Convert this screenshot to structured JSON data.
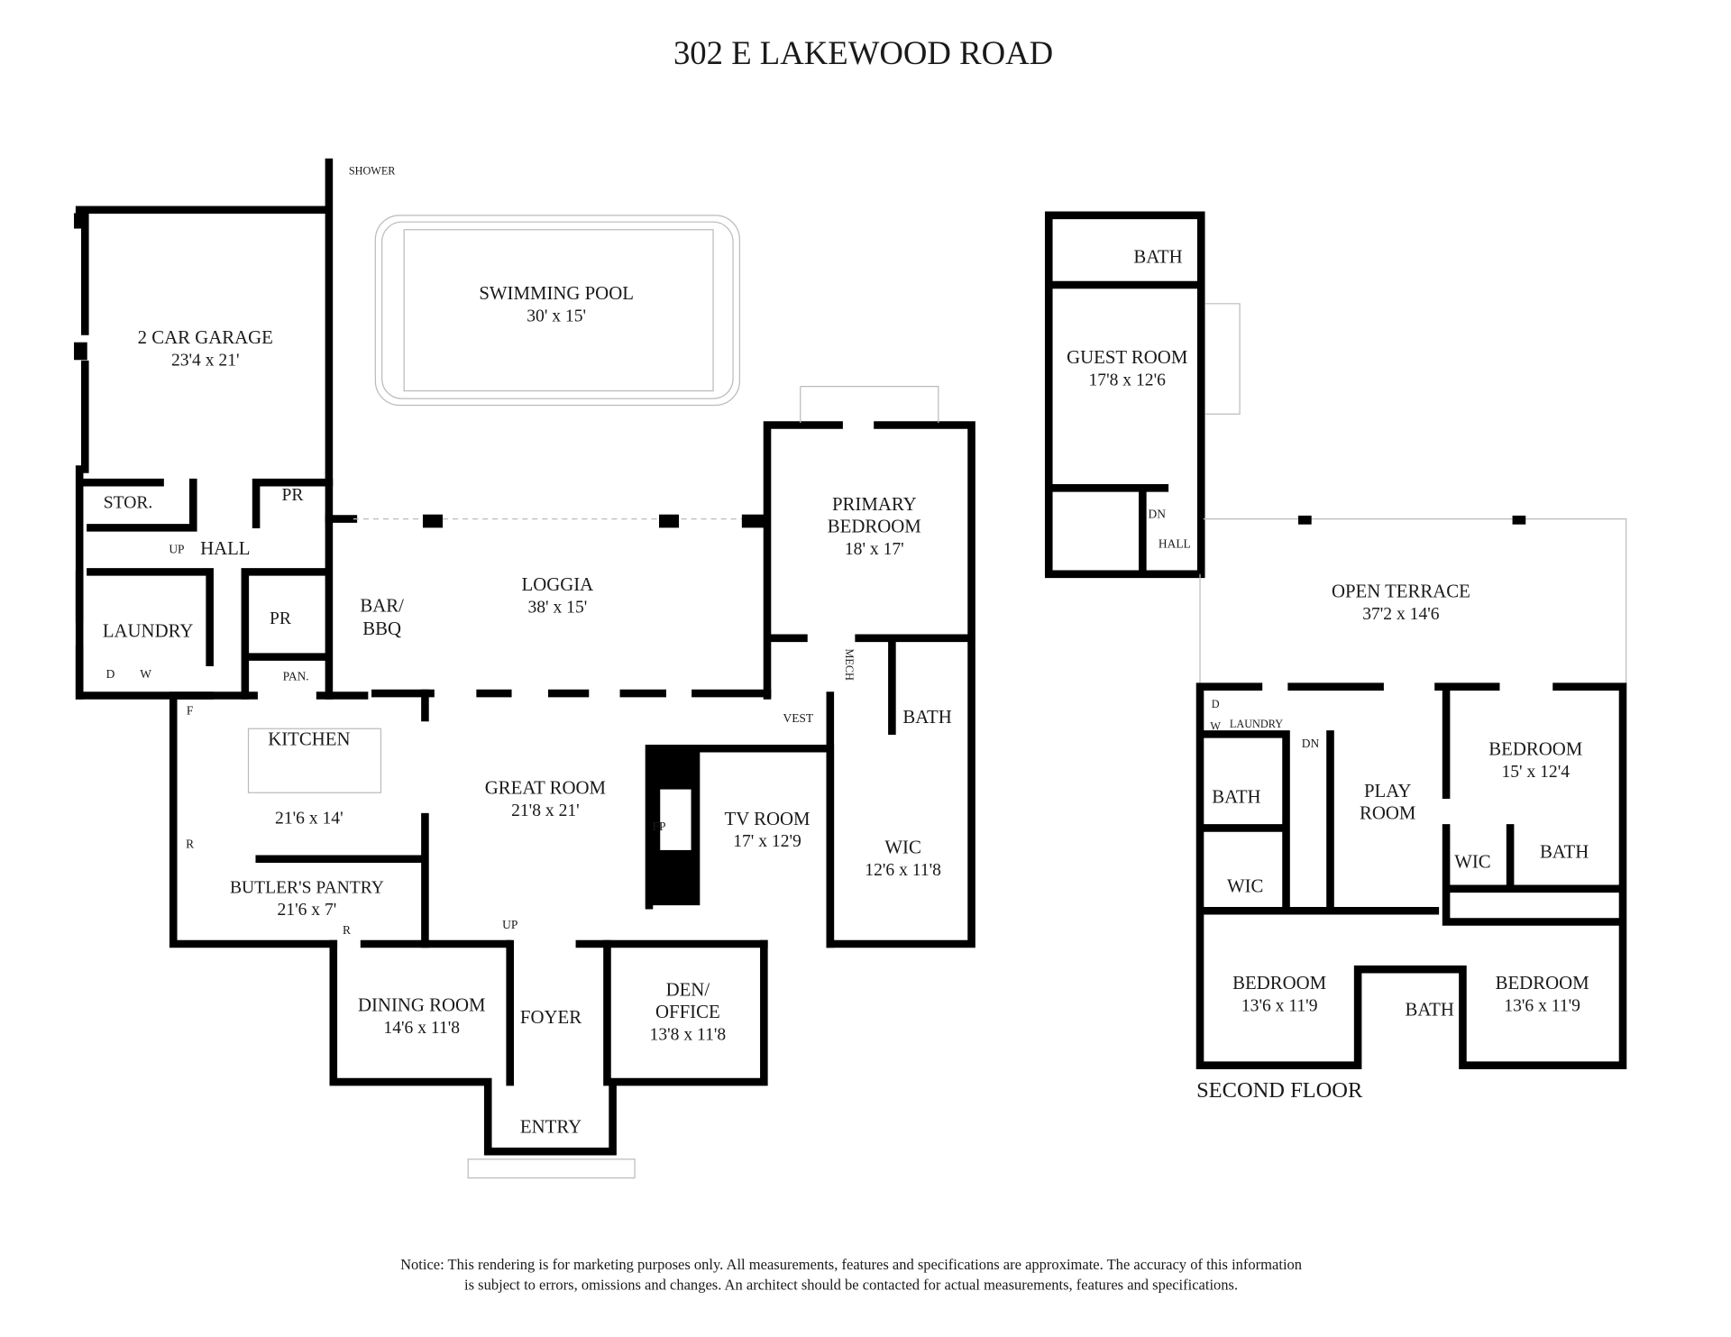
{
  "title": "302 E LAKEWOOD ROAD",
  "first_floor": {
    "shower": "SHOWER",
    "garage": {
      "name": "2 CAR GARAGE",
      "dims": "23'4 x 21'"
    },
    "pool": {
      "name": "SWIMMING POOL",
      "dims": "30' x 15'"
    },
    "stor": "STOR.",
    "pr1": "PR",
    "pr2": "PR",
    "up1": "UP",
    "hall": "HALL",
    "laundry": "LAUNDRY",
    "dryer": "D",
    "washer": "W",
    "pantry": "PAN.",
    "bar": {
      "line1": "BAR/",
      "line2": "BBQ"
    },
    "loggia": {
      "name": "LOGGIA",
      "dims": "38' x 15'"
    },
    "primary_bedroom": {
      "line1": "PRIMARY",
      "line2": "BEDROOM",
      "dims": "18' x 17'"
    },
    "mech": "MECH",
    "vest": "VEST",
    "bath": "BATH",
    "kitchen": {
      "name": "KITCHEN",
      "dims": "21'6 x 14'"
    },
    "fridge": "F",
    "range1": "R",
    "range2": "R",
    "great_room": {
      "name": "GREAT ROOM",
      "dims": "21'8 x 21'"
    },
    "fireplace": "FP",
    "tv_room": {
      "name": "TV ROOM",
      "dims": "17' x 12'9"
    },
    "wic": {
      "name": "WIC",
      "dims": "12'6 x 11'8"
    },
    "butlers_pantry": {
      "name": "BUTLER'S PANTRY",
      "dims": "21'6 x 7'"
    },
    "up2": "UP",
    "dining": {
      "name": "DINING ROOM",
      "dims": "14'6 x 11'8"
    },
    "foyer": "FOYER",
    "den": {
      "line1": "DEN/",
      "line2": "OFFICE",
      "dims": "13'8 x 11'8"
    },
    "entry": "ENTRY"
  },
  "guest_house": {
    "bath": "BATH",
    "guest_room": {
      "name": "GUEST ROOM",
      "dims": "17'8 x 12'6"
    },
    "dn": "DN",
    "hall": "HALL"
  },
  "second_floor": {
    "label": "SECOND FLOOR",
    "open_terrace": {
      "name": "OPEN TERRACE",
      "dims": "37'2 x 14'6"
    },
    "dryer": "D",
    "washer": "W",
    "laundry": "LAUNDRY",
    "dn": "DN",
    "bath1": "BATH",
    "wic1": "WIC",
    "play_room": {
      "line1": "PLAY",
      "line2": "ROOM"
    },
    "bedroom1": {
      "name": "BEDROOM",
      "dims": "15' x 12'4"
    },
    "wic2": "WIC",
    "bath2": "BATH",
    "bedroom2": {
      "name": "BEDROOM",
      "dims": "13'6 x 11'9"
    },
    "bath3": "BATH",
    "bedroom3": {
      "name": "BEDROOM",
      "dims": "13'6 x 11'9"
    }
  },
  "notice": {
    "line1": "Notice: This rendering is for marketing purposes only. All measurements, features and specifications are approximate. The accuracy of this information",
    "line2": "is subject to errors, omissions and changes. An architect should be contacted for actual measurements, features and specifications."
  }
}
